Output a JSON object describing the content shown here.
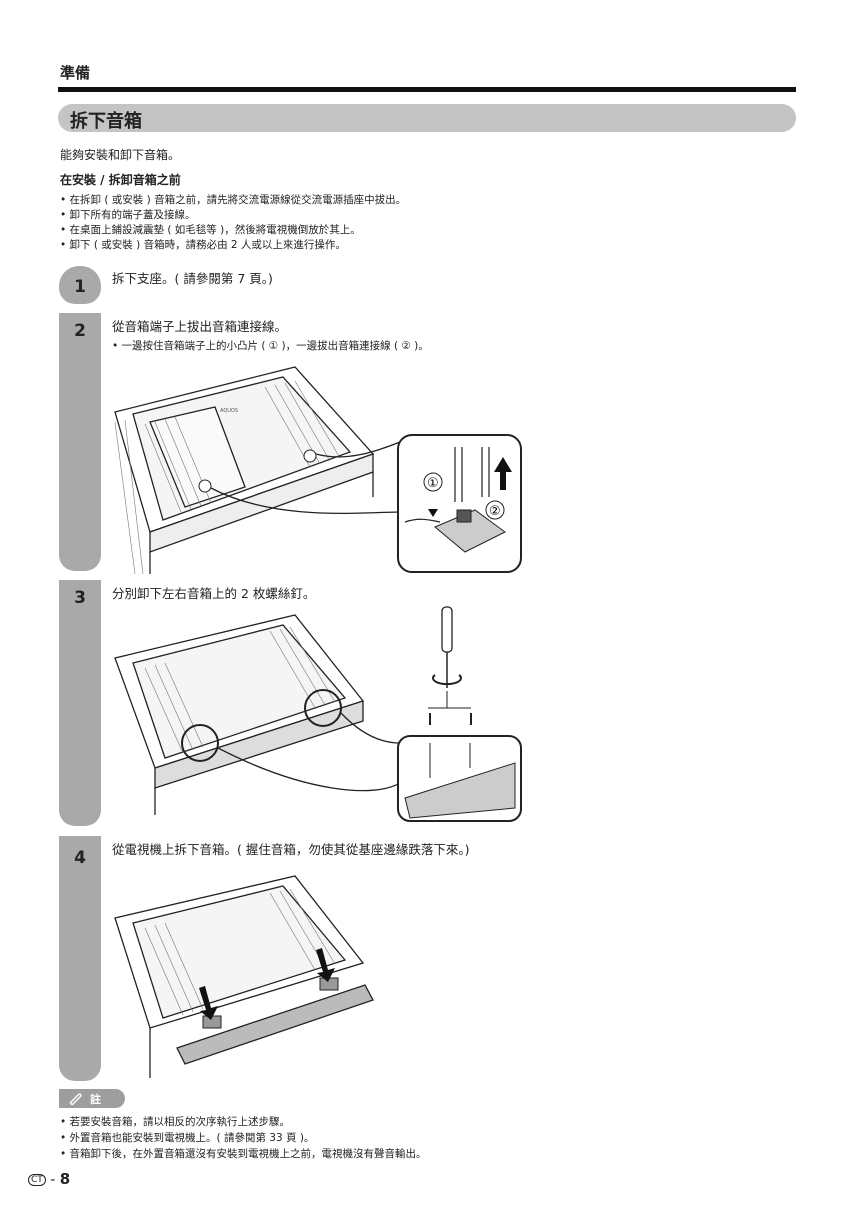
{
  "header": {
    "section": "準備"
  },
  "title": "拆下音箱",
  "intro": "能夠安裝和卸下音箱。",
  "before": {
    "heading": "在安裝 / 拆卸音箱之前",
    "items": [
      "在拆卸 ( 或安裝 ) 音箱之前，請先將交流電源線從交流電源插座中拔出。",
      "卸下所有的端子蓋及接線。",
      "在桌面上鋪設減震墊 ( 如毛毯等 )，然後將電視機倒放於其上。",
      "卸下 ( 或安裝 ) 音箱時，請務必由 2 人或以上來進行操作。"
    ]
  },
  "steps": [
    {
      "num": "1",
      "text": "拆下支座。( 請參閱第 7 頁。)"
    },
    {
      "num": "2",
      "text": "從音箱端子上拔出音箱連接線。",
      "sub": "一邊按住音箱端子上的小凸片 ( ① )，一邊拔出音箱連接線 ( ② )。"
    },
    {
      "num": "3",
      "text": "分別卸下左右音箱上的 2 枚螺絲釘。"
    },
    {
      "num": "4",
      "text": "從電視機上拆下音箱。( 握住音箱，勿使其從基座邊緣跌落下來。)"
    }
  ],
  "illustrations": {
    "brand": "AQUOS",
    "callout_1": "①",
    "callout_2": "②"
  },
  "note": {
    "label": "註",
    "items": [
      "若要安裝音箱，請以相反的次序執行上述步驟。",
      "外置音箱也能安裝到電視機上。( 請參閱第 33 頁 )。",
      "音箱卸下後，在外置音箱還沒有安裝到電視機上之前，電視機沒有聲音輸出。"
    ]
  },
  "footer": {
    "lang": "CT",
    "page": "8"
  }
}
